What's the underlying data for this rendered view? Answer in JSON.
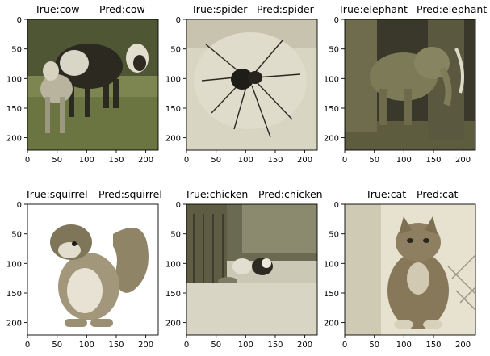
{
  "figure": {
    "panels": [
      {
        "true_label": "True:cow",
        "pred_label": "Pred:cow",
        "subject": "cow",
        "x_ticks": [
          "0",
          "50",
          "100",
          "150",
          "200"
        ],
        "y_ticks": [
          "0",
          "50",
          "100",
          "150",
          "200"
        ]
      },
      {
        "true_label": "True:spider",
        "pred_label": "Pred:spider",
        "subject": "spider",
        "x_ticks": [
          "0",
          "50",
          "100",
          "150",
          "200"
        ],
        "y_ticks": [
          "0",
          "50",
          "100",
          "150",
          "200"
        ]
      },
      {
        "true_label": "True:elephant",
        "pred_label": "Pred:elephant",
        "subject": "elephant",
        "x_ticks": [
          "0",
          "50",
          "100",
          "150",
          "200"
        ],
        "y_ticks": [
          "0",
          "50",
          "100",
          "150",
          "200"
        ]
      },
      {
        "true_label": "True:squirrel",
        "pred_label": "Pred:squirrel",
        "subject": "squirrel",
        "x_ticks": [
          "0",
          "50",
          "100",
          "150",
          "200"
        ],
        "y_ticks": [
          "0",
          "50",
          "100",
          "150",
          "200"
        ]
      },
      {
        "true_label": "True:chicken",
        "pred_label": "Pred:chicken",
        "subject": "chicken",
        "x_ticks": [
          "0",
          "50",
          "100",
          "150",
          "200"
        ],
        "y_ticks": [
          "0",
          "50",
          "100",
          "150",
          "200"
        ]
      },
      {
        "true_label": "True:cat",
        "pred_label": "Pred:cat",
        "subject": "cat",
        "x_ticks": [
          "0",
          "50",
          "100",
          "150",
          "200"
        ],
        "y_ticks": [
          "0",
          "50",
          "100",
          "150",
          "200"
        ]
      }
    ]
  },
  "colors": {
    "cow_grass": "#6f7a44",
    "cow_body": "#2d2a22",
    "spider_bg": "#d8d4c2",
    "spider_body": "#1e1c18",
    "elephant_bg": "#3b3a26",
    "elephant_body": "#7b7a56",
    "squirrel_bg": "#ffffff",
    "squirrel_body": "#9a8e6a",
    "chicken_bg": "#c9c7b4",
    "chicken_wall": "#5f5e46",
    "cat_bg": "#e6e2cf",
    "cat_body": "#8a7c5c"
  }
}
